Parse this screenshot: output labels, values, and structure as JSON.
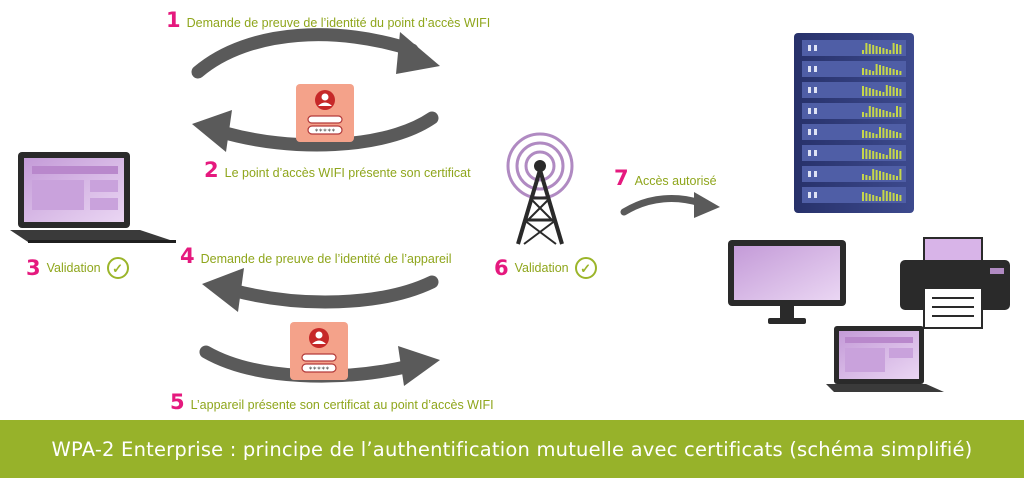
{
  "steps": [
    {
      "num": "1",
      "text": "Demande de preuve de l’identité du point d’accès WIFI"
    },
    {
      "num": "2",
      "text": "Le point d’accès WIFI présente son certificat"
    },
    {
      "num": "4",
      "text": "Demande de preuve de l’identité de l’appareil"
    },
    {
      "num": "5",
      "text": "L’appareil présente son certificat au point d’accès WIFI"
    },
    {
      "num": "7",
      "text": "Accès autorisé"
    }
  ],
  "validations": [
    {
      "num": "3",
      "text": "Validation"
    },
    {
      "num": "6",
      "text": "Validation"
    }
  ],
  "certificate": {
    "password_mask": "*****"
  },
  "footer": {
    "title": "WPA-2 Enterprise : principe de l’authentification mutuelle avec certificats (schéma simplifié)"
  },
  "colors": {
    "step_number": "#e5197e",
    "step_text": "#8fa61c",
    "banner": "#97b22a",
    "arrows": "#5a5a5a",
    "device_screen": "#d8b4e8",
    "server": "#2e3a78",
    "certificate_bg": "#f4a28a",
    "antenna_waves": "#b08ac2"
  },
  "icons": [
    "laptop-icon",
    "certificate-icon",
    "wifi-antenna-icon",
    "server-icon",
    "monitor-icon",
    "printer-icon",
    "check-icon"
  ]
}
